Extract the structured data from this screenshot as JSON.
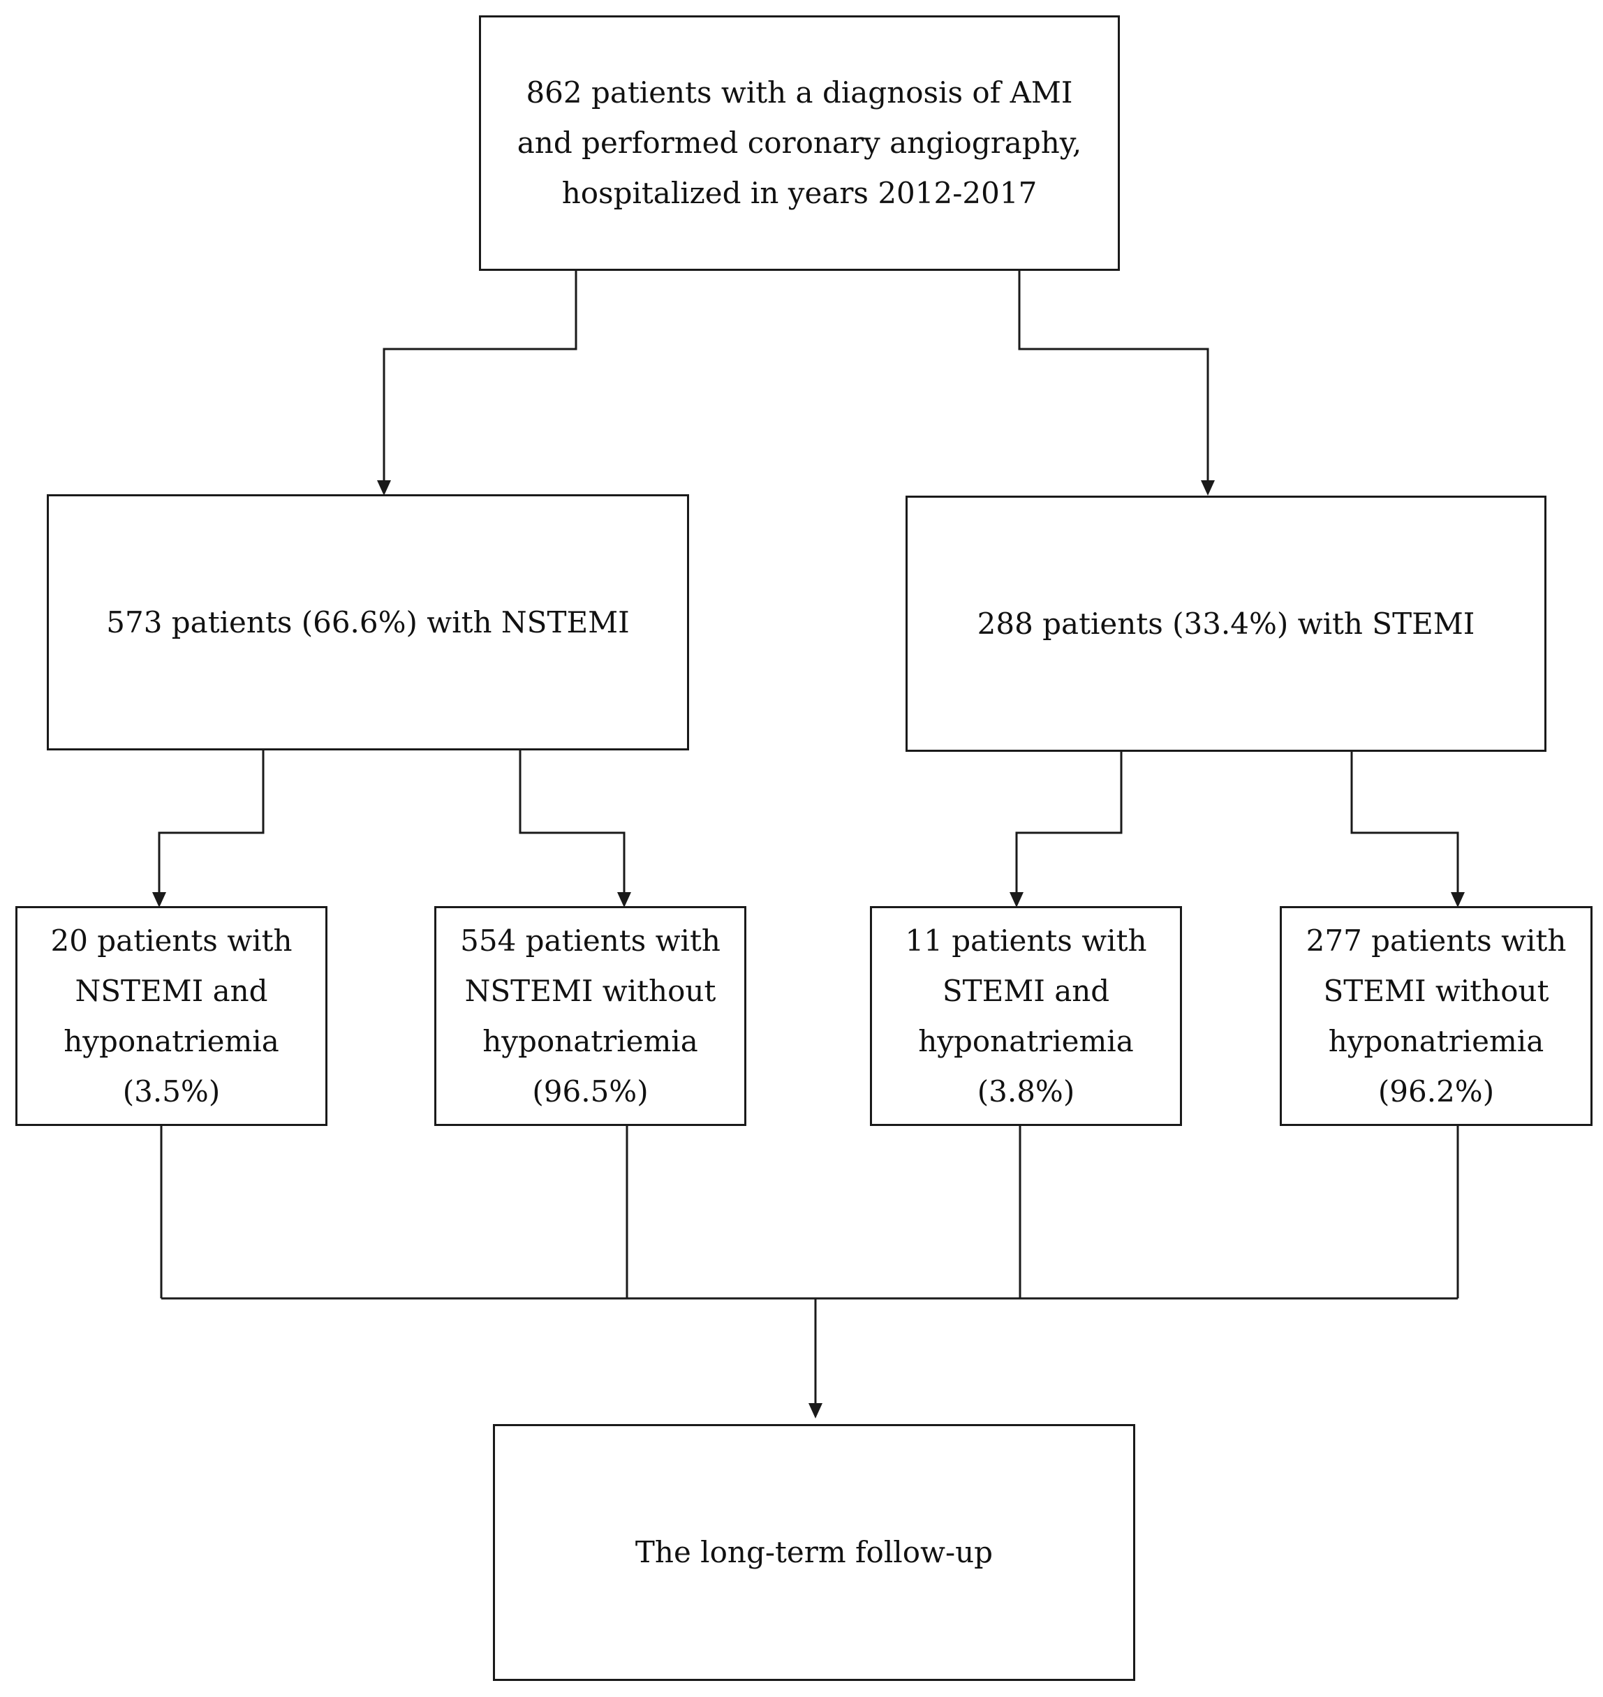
{
  "flowchart": {
    "root": {
      "lines": [
        "862 patients with a diagnosis of AMI",
        "and performed coronary angiography,",
        "hospitalized in years 2012-2017"
      ]
    },
    "nstemi": {
      "text": "573 patients (66.6%) with NSTEMI"
    },
    "stemi": {
      "text": "288 patients (33.4%) with STEMI"
    },
    "leaves": [
      {
        "lines": [
          "20 patients with",
          "NSTEMI and",
          "hyponatriemia",
          "(3.5%)"
        ]
      },
      {
        "lines": [
          "554 patients with",
          "NSTEMI without",
          "hyponatriemia",
          "(96.5%)"
        ]
      },
      {
        "lines": [
          "11 patients with",
          "STEMI and",
          "hyponatriemia",
          "(3.8%)"
        ]
      },
      {
        "lines": [
          "277 patients with",
          "STEMI without",
          "hyponatriemia",
          "(96.2%)"
        ]
      }
    ],
    "followup": {
      "text": "The long-term follow-up"
    }
  }
}
